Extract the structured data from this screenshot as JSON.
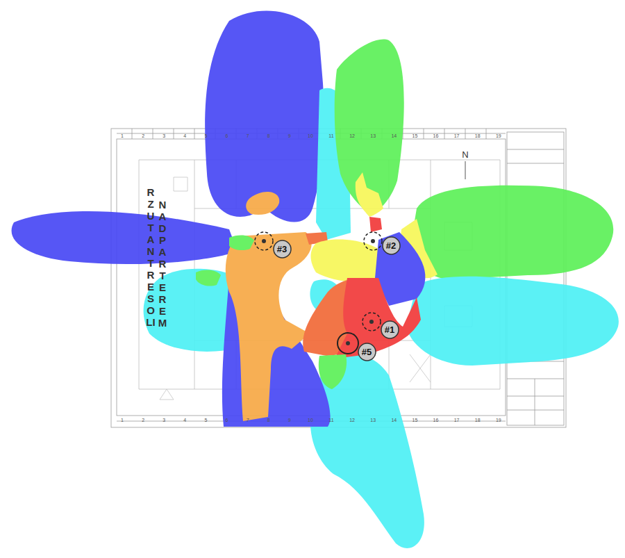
{
  "diagram": {
    "nodes": [
      {
        "text": [
          "#3"
        ]
      },
      {
        "text": [
          "#2"
        ]
      },
      {
        "text": [
          "#1"
        ]
      },
      {
        "text": [
          "#5"
        ]
      }
    ],
    "labels": [
      "RZUT ANTRESOLI",
      "NAD PARTEREM",
      "N",
      "1",
      "2",
      "3",
      "4",
      "5",
      "6",
      "7",
      "8",
      "9",
      "10",
      "11",
      "12",
      "13",
      "14",
      "15",
      "16",
      "17",
      "18",
      "19",
      "1",
      "2",
      "3",
      "4",
      "5",
      "6",
      "7",
      "8",
      "9",
      "10",
      "11",
      "12",
      "13",
      "14",
      "15",
      "16",
      "17",
      "18",
      "19"
    ]
  }
}
